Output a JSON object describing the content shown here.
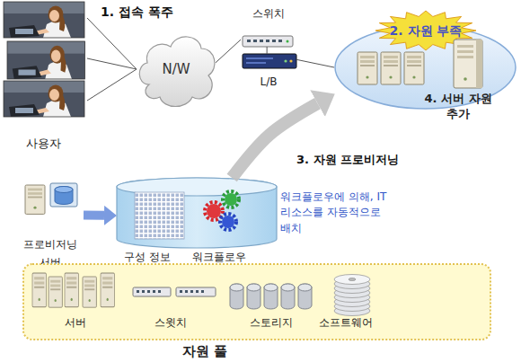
{
  "diagram": {
    "nodes": [
      {
        "text": [
          "사용자"
        ]
      },
      {
        "text": [
          "N/W"
        ]
      },
      {
        "text": [
          "스위치"
        ]
      },
      {
        "text": [
          "L/B"
        ]
      },
      {
        "text": [
          "4. 서버 자원 추가"
        ]
      },
      {
        "text": [
          "2. 자원 부족"
        ],
        "in": 4
      },
      {
        "text": [
          "프로비저닝 서버"
        ]
      },
      {
        "text": [
          "구성 정보",
          "워크플로우"
        ]
      },
      {
        "text": [
          "서버",
          "스윗치",
          "스토리지",
          "소프트웨어",
          "자원 풀"
        ]
      }
    ],
    "edges": [
      {
        "from": 0,
        "to": 1,
        "label": "1. 접속 폭주",
        "arrow": "none"
      },
      {
        "from": 1,
        "to": 2,
        "arrow": "none"
      },
      {
        "from": 2,
        "to": 3,
        "arrow": "none"
      },
      {
        "from": 3,
        "to": 4,
        "arrow": "none"
      },
      {
        "from": 6,
        "to": 7,
        "arrow": "to"
      },
      {
        "from": 7,
        "to": 4,
        "label": "3. 자원 프로비저닝",
        "arrow": "to"
      }
    ],
    "labels": [
      "워크플로우에 의해, IT 리소스를 자동적으로 배치"
    ]
  }
}
